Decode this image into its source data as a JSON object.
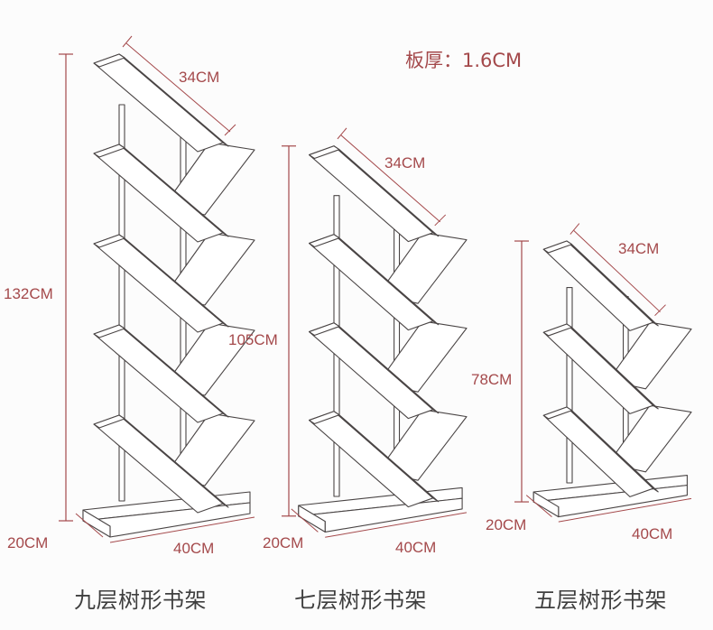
{
  "board_thickness": {
    "label": "板厚：",
    "value": "1.6CM"
  },
  "colors": {
    "dimension": "#a4494b",
    "outline": "#4a4545",
    "caption": "#3f3f3f",
    "background": "#fcfcfc"
  },
  "shelves": [
    {
      "id": "nine-tier",
      "caption": "九层树形书架",
      "tiers": 9,
      "height": "132CM",
      "shelf_length": "34CM",
      "base_depth": "20CM",
      "base_width": "40CM"
    },
    {
      "id": "seven-tier",
      "caption": "七层树形书架",
      "tiers": 7,
      "height": "105CM",
      "shelf_length": "34CM",
      "base_depth": "20CM",
      "base_width": "40CM"
    },
    {
      "id": "five-tier",
      "caption": "五层树形书架",
      "tiers": 5,
      "height": "78CM",
      "shelf_length": "34CM",
      "base_depth": "20CM",
      "base_width": "40CM"
    }
  ]
}
